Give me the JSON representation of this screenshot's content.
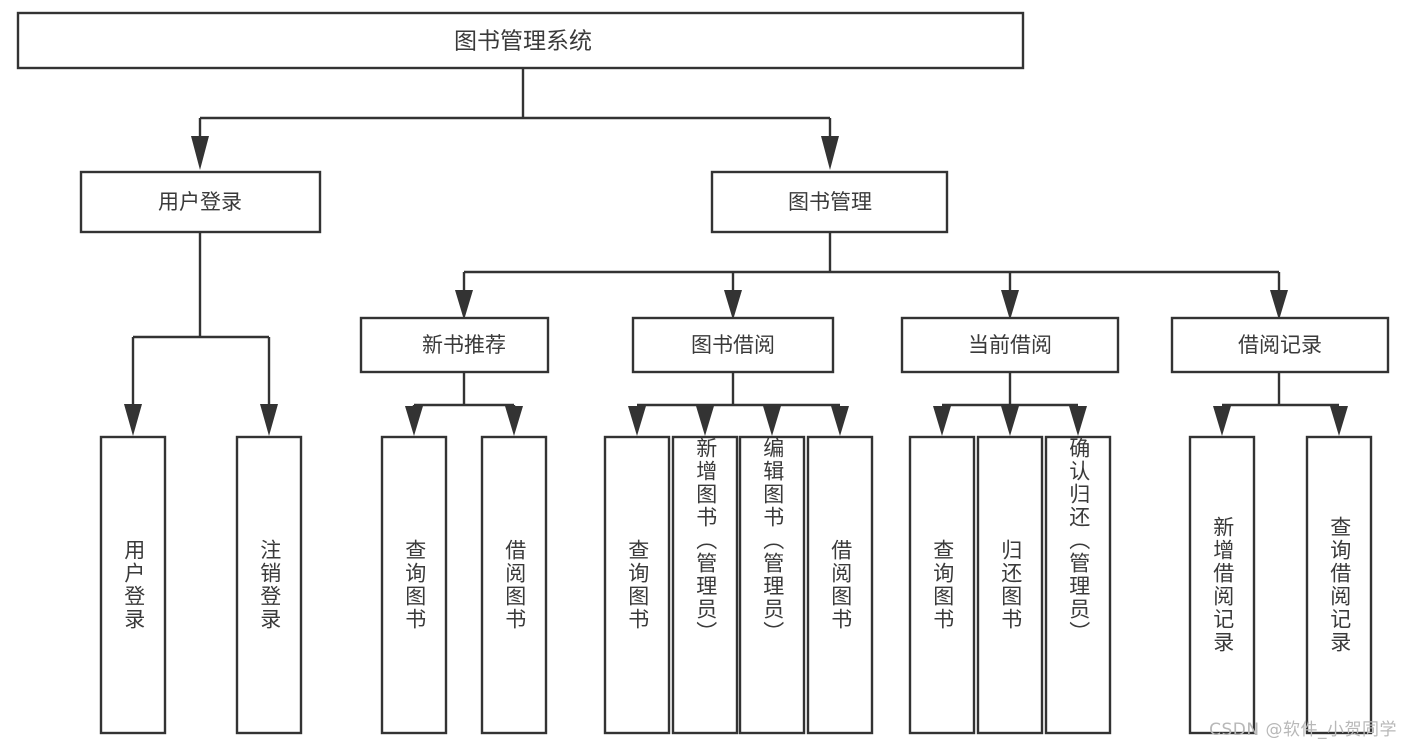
{
  "diagram": {
    "type": "tree-hierarchy",
    "title": "图书管理系统",
    "watermark": "CSDN @软件_小贺同学",
    "colors": {
      "stroke": "#333333",
      "box_fill": "#ffffff",
      "text": "#3a3a3a",
      "background": "#ffffff",
      "watermark": "#b8b8b8"
    },
    "root": {
      "label": "图书管理系统"
    },
    "level1": [
      {
        "label": "用户登录"
      },
      {
        "label": "图书管理"
      }
    ],
    "level2": [
      {
        "label": "新书推荐"
      },
      {
        "label": "图书借阅"
      },
      {
        "label": "当前借阅"
      },
      {
        "label": "借阅记录"
      }
    ],
    "leaves": {
      "user_login": [
        {
          "label": "用户登录"
        },
        {
          "label": "注销登录"
        }
      ],
      "new_book_recommend": [
        {
          "label": "查询图书"
        },
        {
          "label": "借阅图书"
        }
      ],
      "book_borrow": [
        {
          "label": "查询图书"
        },
        {
          "label": "新增图书（管理员）"
        },
        {
          "label": "编辑图书（管理员）"
        },
        {
          "label": "借阅图书"
        }
      ],
      "current_borrow": [
        {
          "label": "查询图书"
        },
        {
          "label": "归还图书"
        },
        {
          "label": "确认归还（管理员）"
        }
      ],
      "borrow_record": [
        {
          "label": "新增借阅记录"
        },
        {
          "label": "查询借阅记录"
        }
      ]
    }
  }
}
